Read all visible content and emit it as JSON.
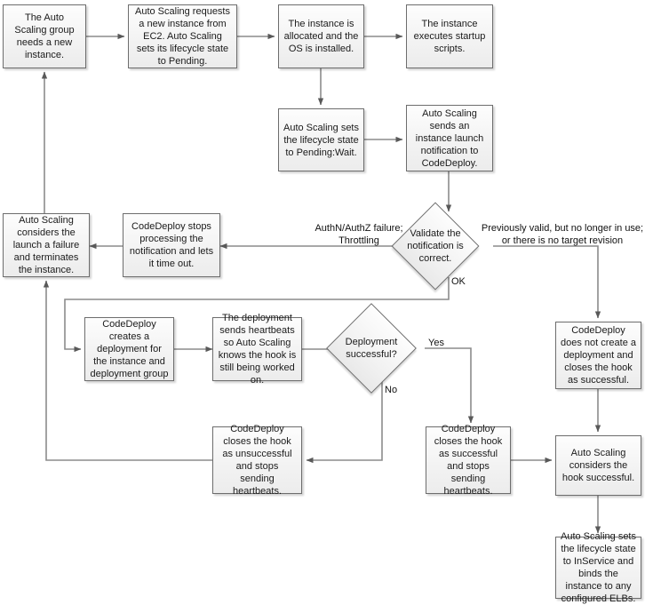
{
  "diagram": {
    "title": "Auto Scaling lifecycle hook and CodeDeploy deployment flow",
    "colors": {
      "node_fill": "#f3f3f3",
      "node_border": "#6d6d6d",
      "line": "#595959",
      "text": "#1a1a1a",
      "background": "#ffffff"
    },
    "nodes": [
      {
        "id": "n1",
        "shape": "process",
        "text": "The Auto Scaling group needs a new instance."
      },
      {
        "id": "n2",
        "shape": "process",
        "text": "Auto Scaling requests a new instance from EC2. Auto Scaling sets its lifecycle state to Pending."
      },
      {
        "id": "n3",
        "shape": "process",
        "text": "The instance is allocated and the OS is installed."
      },
      {
        "id": "n4",
        "shape": "process",
        "text": "The instance executes startup scripts."
      },
      {
        "id": "n5",
        "shape": "process",
        "text": "Auto Scaling sets the lifecycle state to Pending:Wait."
      },
      {
        "id": "n6",
        "shape": "process",
        "text": "Auto Scaling sends an instance launch notification to CodeDeploy."
      },
      {
        "id": "n7",
        "shape": "decision",
        "text": "Validate the notification is correct."
      },
      {
        "id": "n8",
        "shape": "process",
        "text": "CodeDeploy stops processing the notification and lets it time out."
      },
      {
        "id": "n9",
        "shape": "process",
        "text": "Auto Scaling considers the launch a failure and terminates the instance."
      },
      {
        "id": "n10",
        "shape": "process",
        "text": "CodeDeploy does not create a deployment and closes the hook as successful."
      },
      {
        "id": "n11",
        "shape": "process",
        "text": "CodeDeploy creates a deployment for the instance and deployment group"
      },
      {
        "id": "n12",
        "shape": "process",
        "text": "The deployment sends heartbeats so Auto Scaling knows the hook is still being worked on."
      },
      {
        "id": "n13",
        "shape": "decision",
        "text": "Deployment successful?"
      },
      {
        "id": "n14",
        "shape": "process",
        "text": "CodeDeploy closes the hook as unsuccessful and stops sending heartbeats."
      },
      {
        "id": "n15",
        "shape": "process",
        "text": "CodeDeploy closes the hook as successful and stops sending heartbeats."
      },
      {
        "id": "n16",
        "shape": "process",
        "text": "Auto Scaling considers the hook successful."
      },
      {
        "id": "n17",
        "shape": "process",
        "text": "Auto Scaling sets the lifecycle state to InService and binds the instance to any configured ELBs."
      }
    ],
    "edge_labels": {
      "authn": "AuthN/AuthZ failure;\nThrottling",
      "previously_valid": "Previously valid, but no longer in use;\nor there is no target revision",
      "ok": "OK",
      "yes": "Yes",
      "no": "No"
    }
  }
}
